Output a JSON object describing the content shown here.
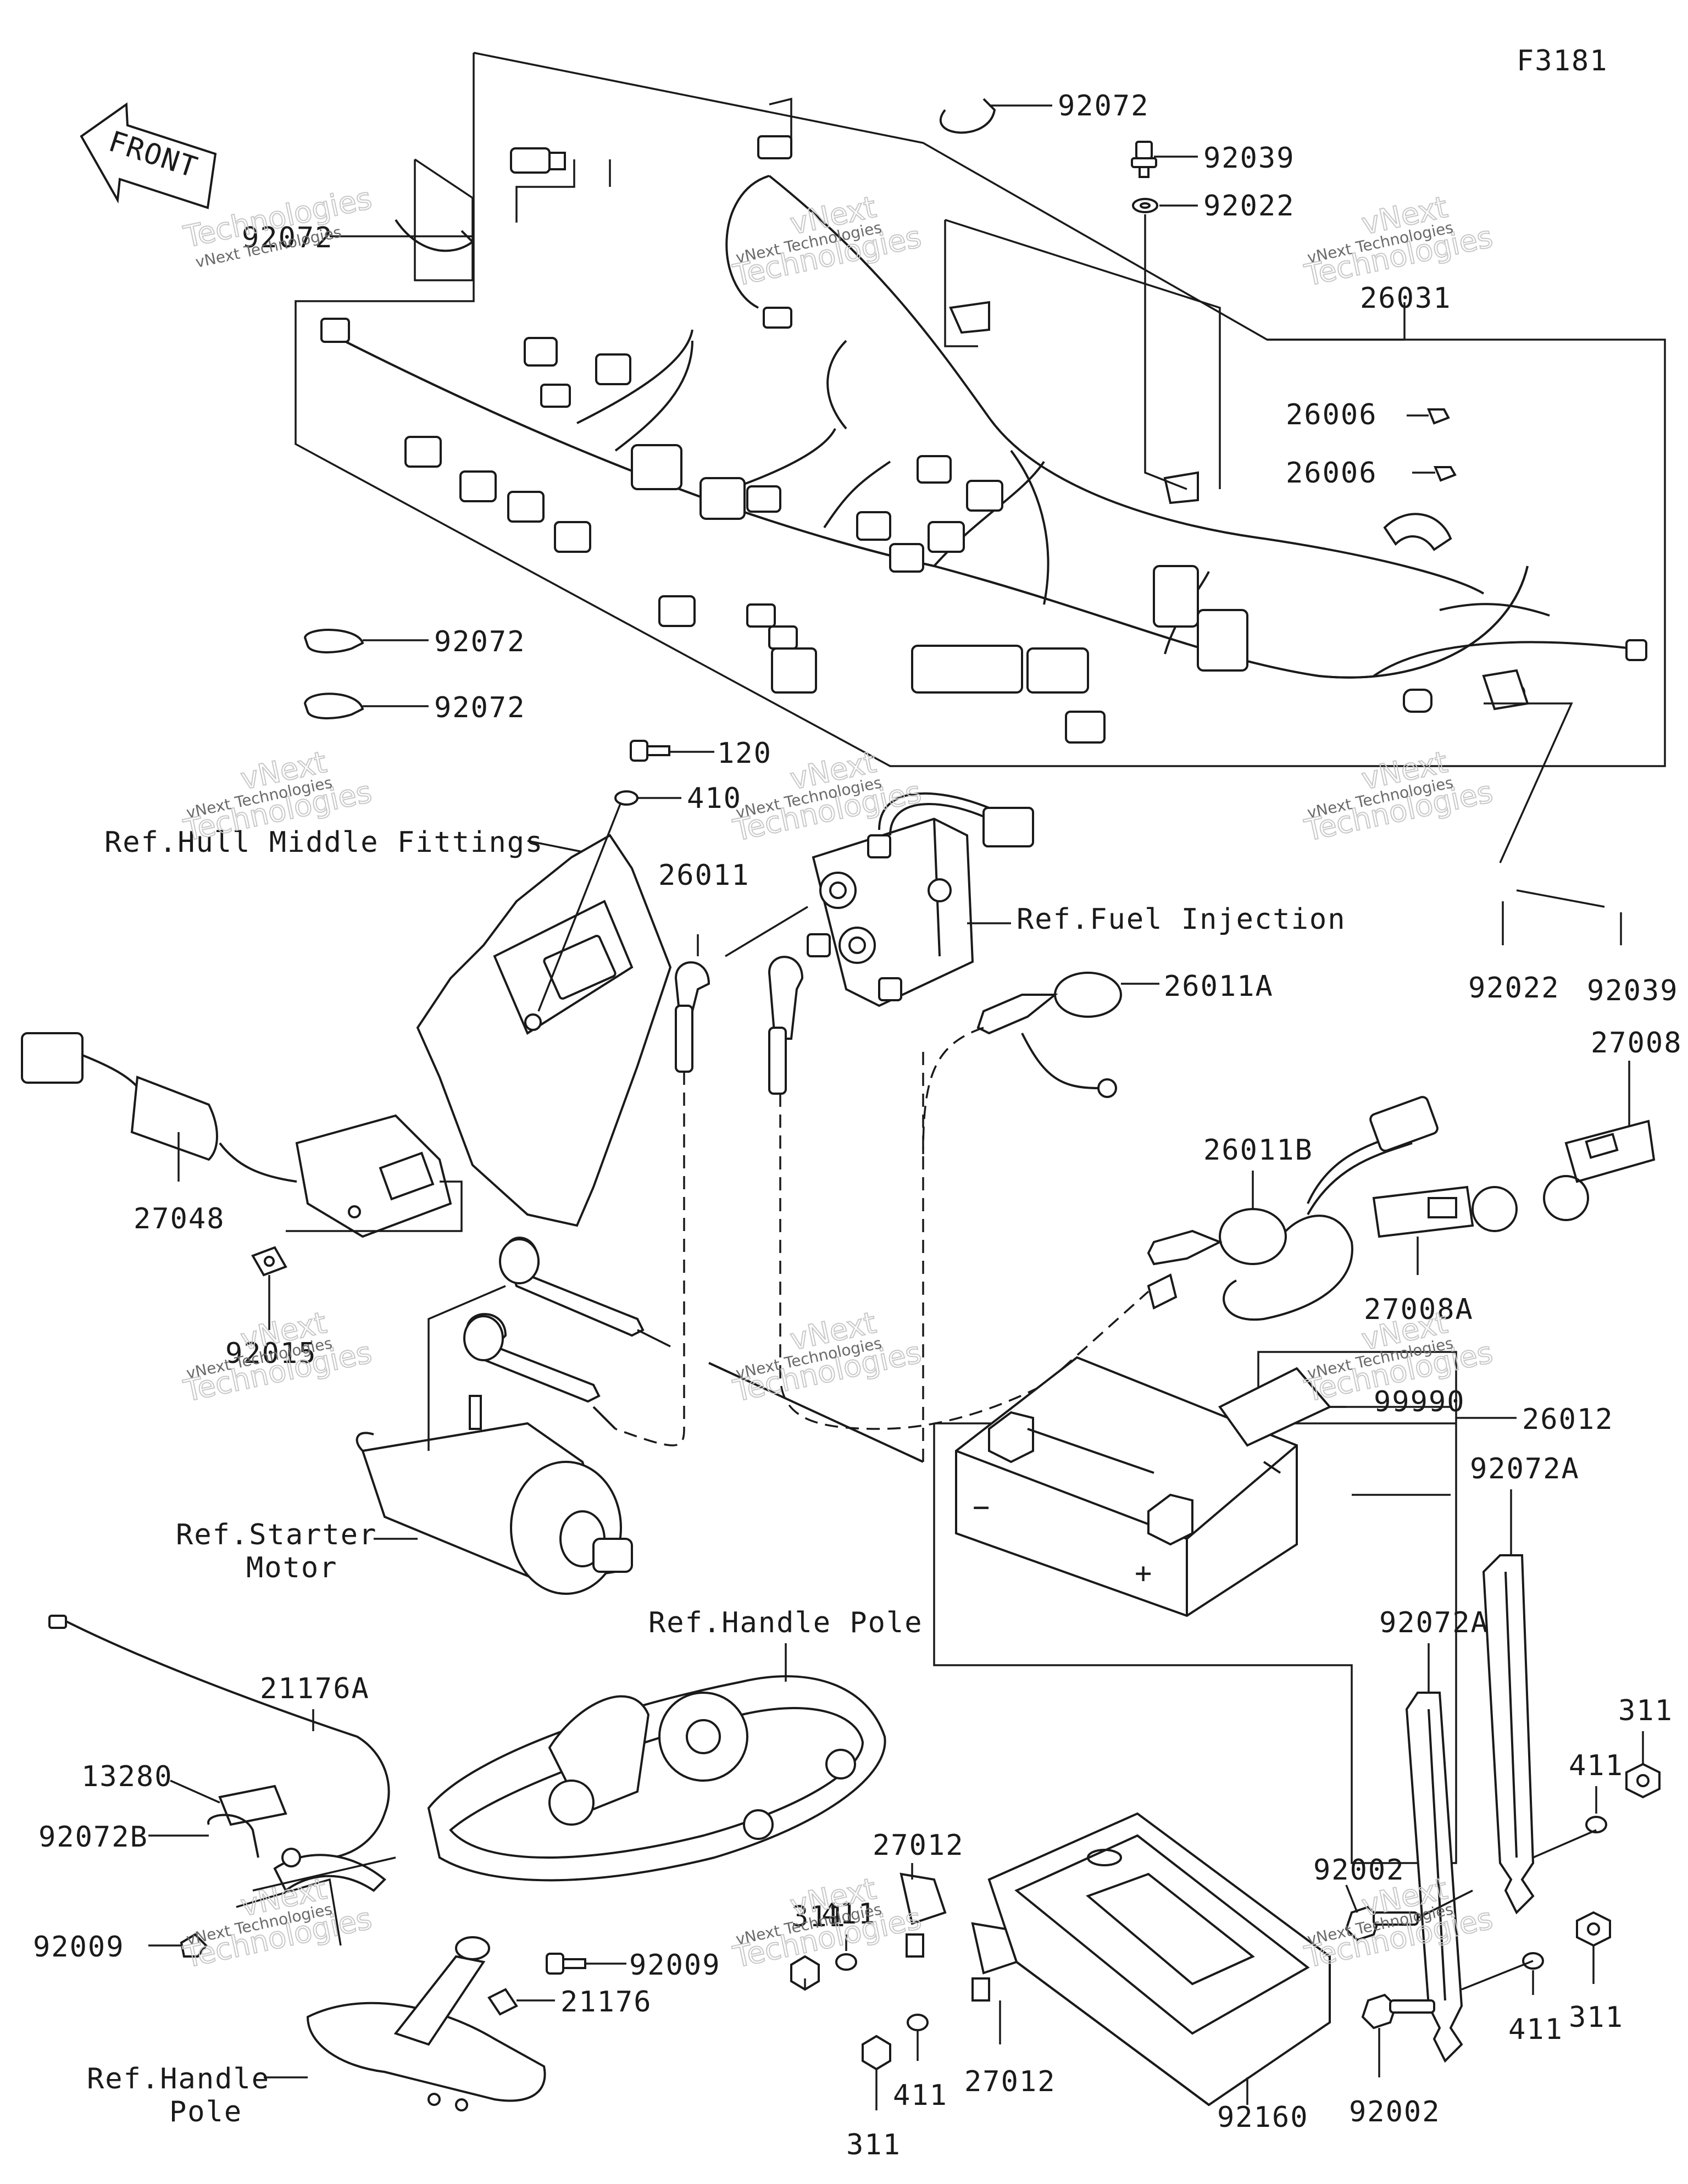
{
  "diagram_id": "F3181",
  "front_label": "FRONT",
  "labels": {
    "l92072_a": "92072",
    "l92072_b": "92072",
    "l92039_a": "92039",
    "l92022_a": "92022",
    "l26031": "26031",
    "l26006_a": "26006",
    "l26006_b": "26006",
    "l92072_c": "92072",
    "l92072_d": "92072",
    "l120": "120",
    "l410": "410",
    "l_hull": "Ref.Hull Middle Fittings",
    "l26011": "26011",
    "l_fuel": "Ref.Fuel Injection",
    "l26011A": "26011A",
    "l92022_b": "92022",
    "l92039_b": "92039",
    "l27008": "27008",
    "l27048": "27048",
    "l26011B": "26011B",
    "l27008A": "27008A",
    "l92015": "92015",
    "l99990": "99990",
    "l26012": "26012",
    "l_starter_1": "Ref.Starter",
    "l_starter_2": "Motor",
    "l92072A_a": "92072A",
    "l92072A_b": "92072A",
    "l_handle_1": "Ref.Handle Pole",
    "l21176A": "21176A",
    "l311_a": "311",
    "l411_a": "411",
    "l13280": "13280",
    "l92072B": "92072B",
    "l27012_a": "27012",
    "l92002_a": "92002",
    "l92009_a": "92009",
    "l411_b": "411",
    "l92009_b": "92009",
    "l21176": "21176",
    "l311_b": "311",
    "l411_c": "411",
    "l311_c": "311",
    "l27012_b": "27012",
    "l_handle_2a": "Ref.Handle",
    "l_handle_2b": "Pole",
    "l311_d": "311",
    "l411_d": "411",
    "l92160": "92160",
    "l92002_b": "92002"
  },
  "watermark": {
    "line1": "vNext Technologies",
    "line2": "Technologies",
    "line3": "vNext"
  }
}
